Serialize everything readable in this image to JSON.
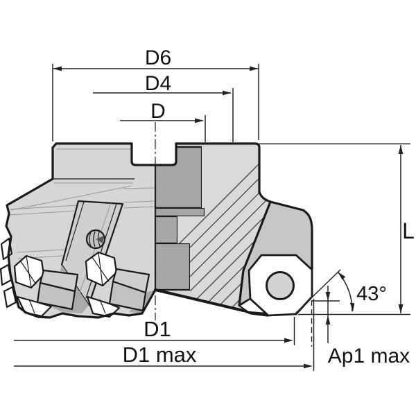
{
  "diagram": {
    "kind": "technical-drawing",
    "subject": "face-mill-cutter-section-view",
    "labels": {
      "d6": "D6",
      "d4": "D4",
      "d": "D",
      "l": "L",
      "d1": "D1",
      "d1_max": "D1 max",
      "ap1_max": "Ap1 max",
      "angle": "43°"
    },
    "colors": {
      "outline": "#1a1a1a",
      "dimension_lines": "#222222",
      "body_light": "#d6d6d6",
      "body_medium": "#c6c6c6",
      "body_dark": "#a6a6a6",
      "insert_white": "#ffffff",
      "background": "#ffffff"
    }
  }
}
